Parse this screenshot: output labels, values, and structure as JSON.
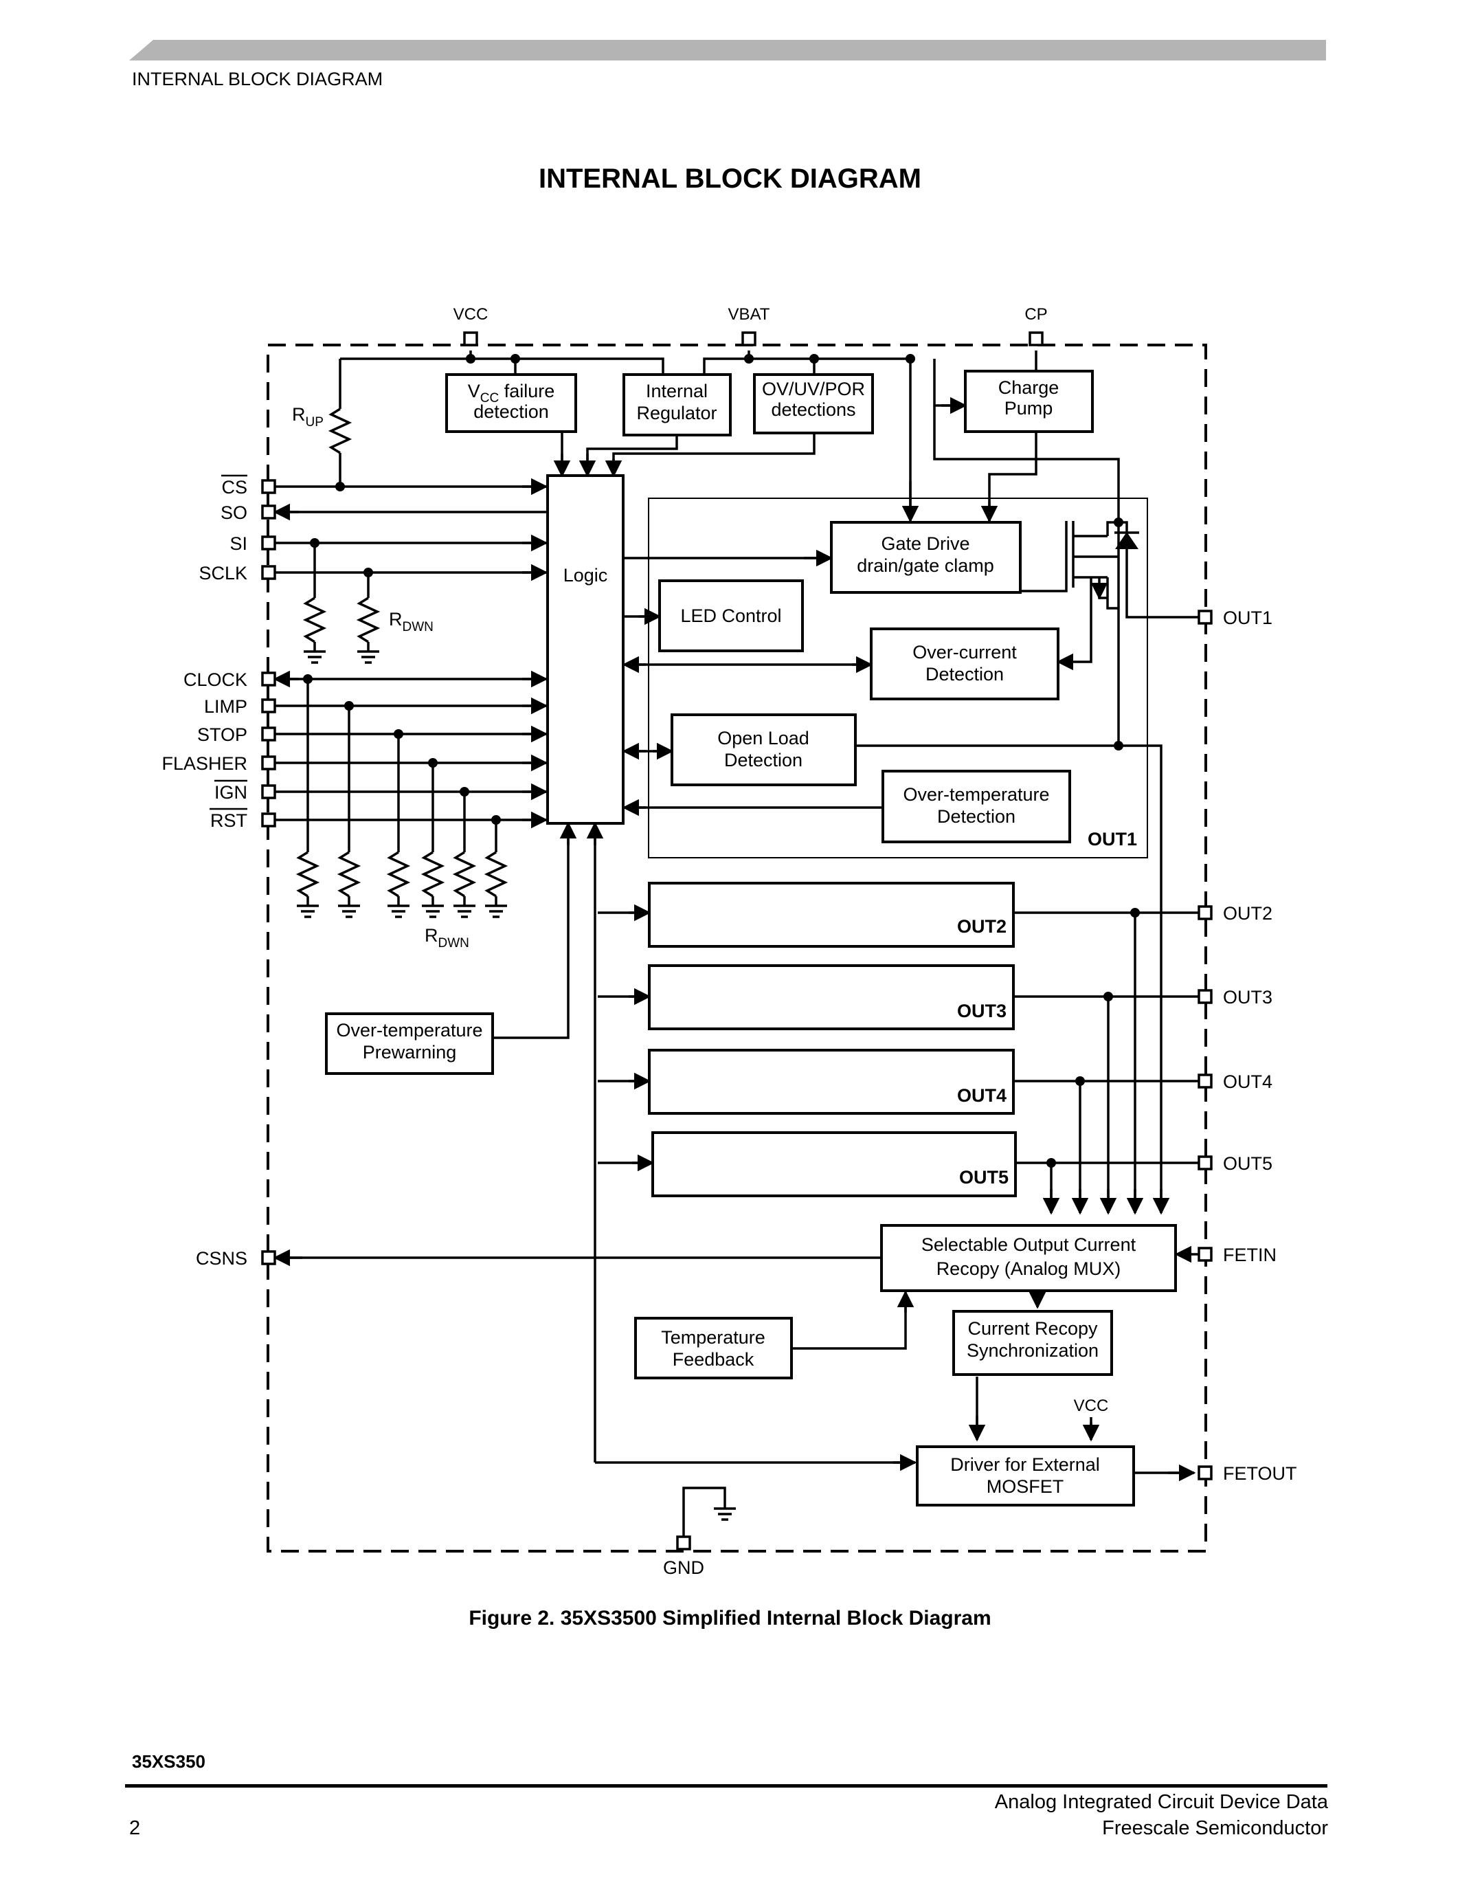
{
  "header": {
    "section": "INTERNAL BLOCK DIAGRAM"
  },
  "title": "INTERNAL BLOCK DIAGRAM",
  "pins": {
    "top": [
      "VCC",
      "VBAT",
      "CP"
    ],
    "left": {
      "cs": "CS",
      "so": "SO",
      "si": "SI",
      "sclk": "SCLK",
      "clock": "CLOCK",
      "limp": "LIMP",
      "stop": "STOP",
      "flasher": "FLASHER",
      "ign": "IGN",
      "rst": "RST",
      "csns": "CSNS"
    },
    "right": {
      "out1": "OUT1",
      "out2": "OUT2",
      "out3": "OUT3",
      "out4": "OUT4",
      "out5": "OUT5",
      "fetin": "FETIN",
      "fetout": "FETOUT"
    },
    "bottom": {
      "gnd": "GND"
    },
    "vcc_inner": "VCC"
  },
  "resistors": {
    "rup_main": "R",
    "rup_sub": "UP",
    "rdwn_main": "R",
    "rdwn_sub": "DWN"
  },
  "blocks": {
    "vcc_fail_v": "V",
    "vcc_fail_sub": "CC",
    "vcc_fail_l1": " failure",
    "vcc_fail_l2": "detection",
    "regulator_l1": "Internal",
    "regulator_l2": "Regulator",
    "ovuv_l1": "OV/UV/POR",
    "ovuv_l2": "detections",
    "charge_pump_l1": "Charge",
    "charge_pump_l2": "Pump",
    "logic": "Logic",
    "gate_drive_l1": "Gate Drive",
    "gate_drive_l2": "drain/gate clamp",
    "led_control": "LED Control",
    "overcurrent_l1": "Over-current",
    "overcurrent_l2": "Detection",
    "open_load_l1": "Open Load",
    "open_load_l2": "Detection",
    "overtemp_l1": "Over-temperature",
    "overtemp_l2": "Detection",
    "prewarn_l1": "Over-temperature",
    "prewarn_l2": "Prewarning",
    "mux_l1": "Selectable Output Current",
    "mux_l2": "Recopy (Analog MUX)",
    "temp_fb_l1": "Temperature",
    "temp_fb_l2": "Feedback",
    "sync_l1": "Current Recopy",
    "sync_l2": "Synchronization",
    "driver_l1": "Driver for External",
    "driver_l2": "MOSFET"
  },
  "channels": [
    "OUT1",
    "OUT2",
    "OUT3",
    "OUT4",
    "OUT5"
  ],
  "caption": "Figure 2. 35XS3500 Simplified Internal Block Diagram",
  "footer": {
    "part": "35XS350",
    "page": "2",
    "doc": "Analog Integrated Circuit Device Data",
    "company": "Freescale Semiconductor"
  }
}
